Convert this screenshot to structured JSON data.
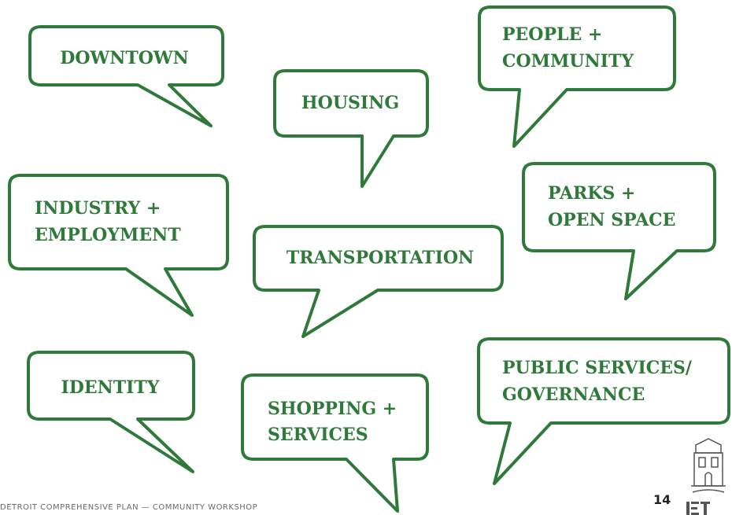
{
  "bubbles": [
    {
      "id": "downtown",
      "lines": [
        "DOWNTOWN"
      ]
    },
    {
      "id": "housing",
      "lines": [
        "HOUSING"
      ]
    },
    {
      "id": "people-community",
      "lines": [
        "PEOPLE +",
        "COMMUNITY"
      ]
    },
    {
      "id": "industry-employment",
      "lines": [
        "INDUSTRY +",
        "EMPLOYMENT"
      ]
    },
    {
      "id": "transportation",
      "lines": [
        "TRANSPORTATION"
      ]
    },
    {
      "id": "parks-open-space",
      "lines": [
        "PARKS +",
        "OPEN SPACE"
      ]
    },
    {
      "id": "identity",
      "lines": [
        "IDENTITY"
      ]
    },
    {
      "id": "shopping-services",
      "lines": [
        "SHOPPING +",
        "SERVICES"
      ]
    },
    {
      "id": "public-services-governance",
      "lines": [
        "PUBLIC SERVICES/",
        "GOVERNANCE"
      ]
    }
  ],
  "footer": {
    "caption": "DETROIT COMPREHENSIVE PLAN — COMMUNITY WORKSHOP",
    "page_number": "14"
  },
  "colors": {
    "bubble_stroke": "#2f7a3a",
    "bubble_text": "#2f7a3a",
    "background": "#ffffff"
  },
  "icons": {
    "logo": "detroit-seal-logo-icon"
  }
}
